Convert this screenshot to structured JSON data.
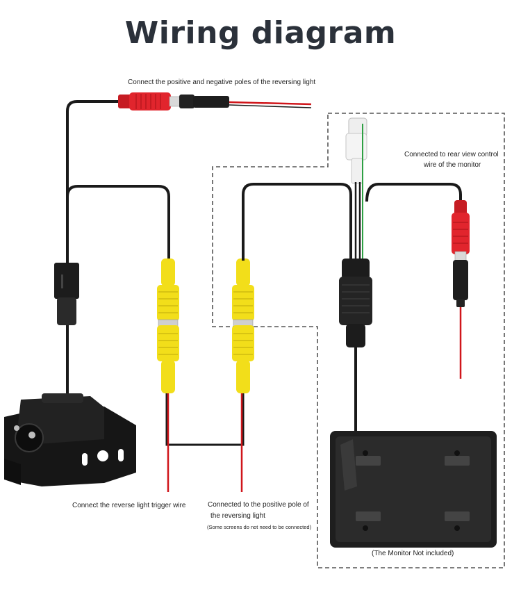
{
  "title": "Wiring diagram",
  "labels": {
    "reversing_light_poles": "Connect the positive and negative poles of the reversing light",
    "rear_view_control_line1": "Connected to rear view control",
    "rear_view_control_line2": "wire of the monitor",
    "reverse_trigger": "Connect the reverse light trigger wire",
    "positive_pole_line1": "Connected to the positive pole of",
    "positive_pole_line2": "the reversing light",
    "positive_pole_note": "(Some screens do not need to be connected)",
    "monitor_note": "(The Monitor Not included)"
  },
  "colors": {
    "cable": "#1a1a1a",
    "red_wire": "#d0161b",
    "red_connector": "#e1252d",
    "yellow_rca": "#f2de1a",
    "green_wire": "#2ea043",
    "dashed_border": "#555555",
    "title": "#2b313a"
  }
}
